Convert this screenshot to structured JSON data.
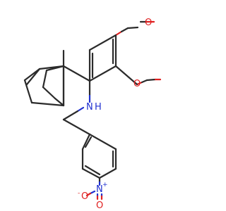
{
  "molecule": {
    "atoms": {
      "o_methoxy_top": "O",
      "o_methoxy_right": "O",
      "nh_n": "N",
      "nh_h": "H",
      "nitro_n": "N",
      "nitro_plus": "+",
      "nitro_o_left": "O",
      "nitro_o_left_minus": "-",
      "nitro_o_bottom": "O"
    },
    "colors": {
      "bond": "#2b2b2b",
      "oxygen": "#e02020",
      "nitrogen": "#2030d0"
    }
  }
}
